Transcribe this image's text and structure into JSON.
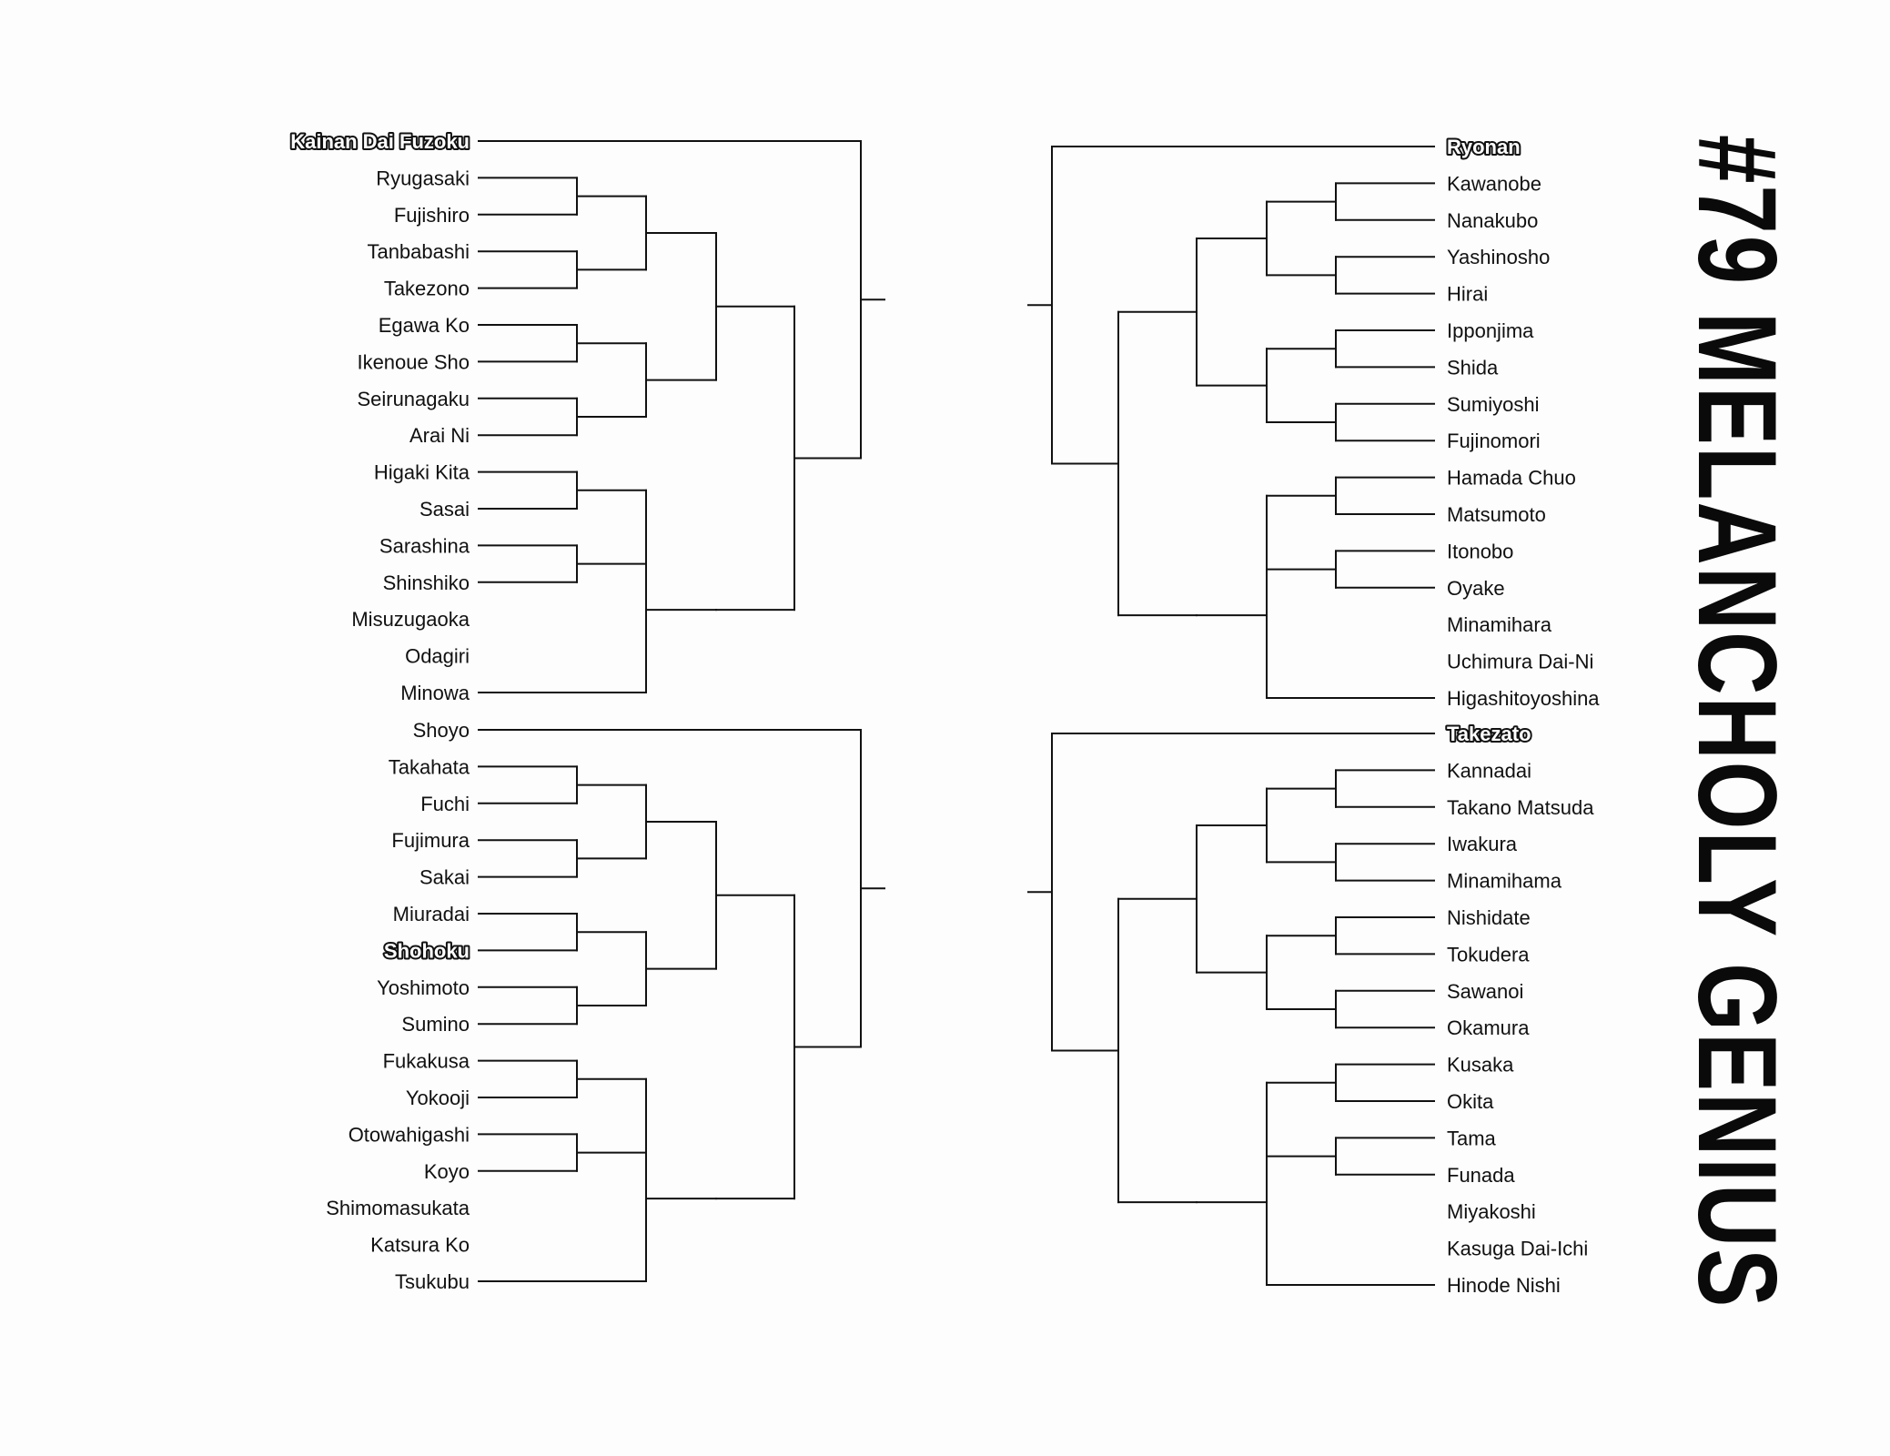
{
  "title": "#79 MELANCHOLY GENIUS",
  "colors": {
    "ink": "#111111",
    "paper": "#fdfdfd"
  },
  "left_top": {
    "teams": [
      "Kainan Dai Fuzoku",
      "Ryugasaki",
      "Fujishiro",
      "Tanbabashi",
      "Takezono",
      "Egawa Ko",
      "Ikenoue Sho",
      "Seirunagaku",
      "Arai Ni",
      "Higaki Kita",
      "Sasai",
      "Sarashina",
      "Shinshiko",
      "Misuzugaoka",
      "Odagiri",
      "Minowa"
    ],
    "highlighted": [
      "Kainan Dai Fuzoku"
    ]
  },
  "left_bottom": {
    "teams": [
      "Shoyo",
      "Takahata",
      "Fuchi",
      "Fujimura",
      "Sakai",
      "Miuradai",
      "Shohoku",
      "Yoshimoto",
      "Sumino",
      "Fukakusa",
      "Yokooji",
      "Otowahigashi",
      "Koyo",
      "Shimomasukata",
      "Katsura Ko",
      "Tsukubu"
    ],
    "highlighted": [
      "Shohoku"
    ]
  },
  "right_top": {
    "teams": [
      "Ryonan",
      "Kawanobe",
      "Nanakubo",
      "Yashinosho",
      "Hirai",
      "Ipponjima",
      "Shida",
      "Sumiyoshi",
      "Fujinomori",
      "Hamada Chuo",
      "Matsumoto",
      "Itonobo",
      "Oyake",
      "Minamihara",
      "Uchimura Dai-Ni",
      "Higashitoyoshina"
    ],
    "highlighted": [
      "Ryonan"
    ]
  },
  "right_bottom": {
    "teams": [
      "Takezato",
      "Kannadai",
      "Takano Matsuda",
      "Iwakura",
      "Minamihama",
      "Nishidate",
      "Tokudera",
      "Sawanoi",
      "Okamura",
      "Kusaka",
      "Okita",
      "Tama",
      "Funada",
      "Miyakoshi",
      "Kasuga Dai-Ichi",
      "Hinode Nishi"
    ],
    "highlighted": [
      "Takezato"
    ]
  }
}
